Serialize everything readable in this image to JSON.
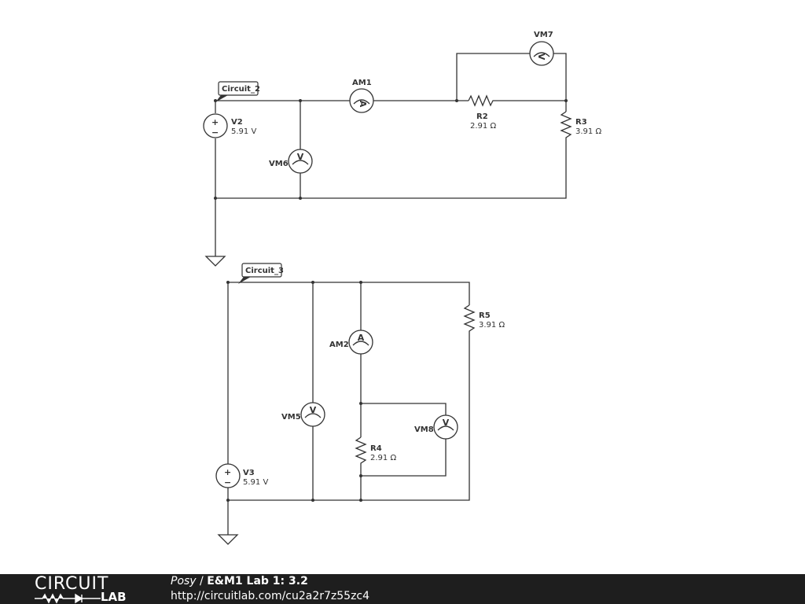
{
  "circuit_2": {
    "tag": "Circuit_2",
    "v2": {
      "name": "V2",
      "value": "5.91 V"
    },
    "am1": {
      "name": "AM1",
      "glyph": "A"
    },
    "vm7": {
      "name": "VM7",
      "glyph": "V"
    },
    "vm6": {
      "name": "VM6",
      "glyph": "V"
    },
    "r2": {
      "name": "R2",
      "value": "2.91 Ω"
    },
    "r3": {
      "name": "R3",
      "value": "3.91 Ω"
    }
  },
  "circuit_3": {
    "tag": "Circuit_3",
    "v3": {
      "name": "V3",
      "value": "5.91 V"
    },
    "am2": {
      "name": "AM2",
      "glyph": "A"
    },
    "vm5": {
      "name": "VM5",
      "glyph": "V"
    },
    "vm8": {
      "name": "VM8",
      "glyph": "V"
    },
    "r4": {
      "name": "R4",
      "value": "2.91 Ω"
    },
    "r5": {
      "name": "R5",
      "value": "3.91 Ω"
    }
  },
  "source_symbol": {
    "plus": "+",
    "minus": "−"
  },
  "footer": {
    "logo_top": "CIRCUIT",
    "logo_bottom": "LAB",
    "author": "Posy",
    "separator": " / ",
    "project": "E&M1 Lab 1: 3.2",
    "url": "http://circuitlab.com/cu2a2r7z55zc4"
  }
}
